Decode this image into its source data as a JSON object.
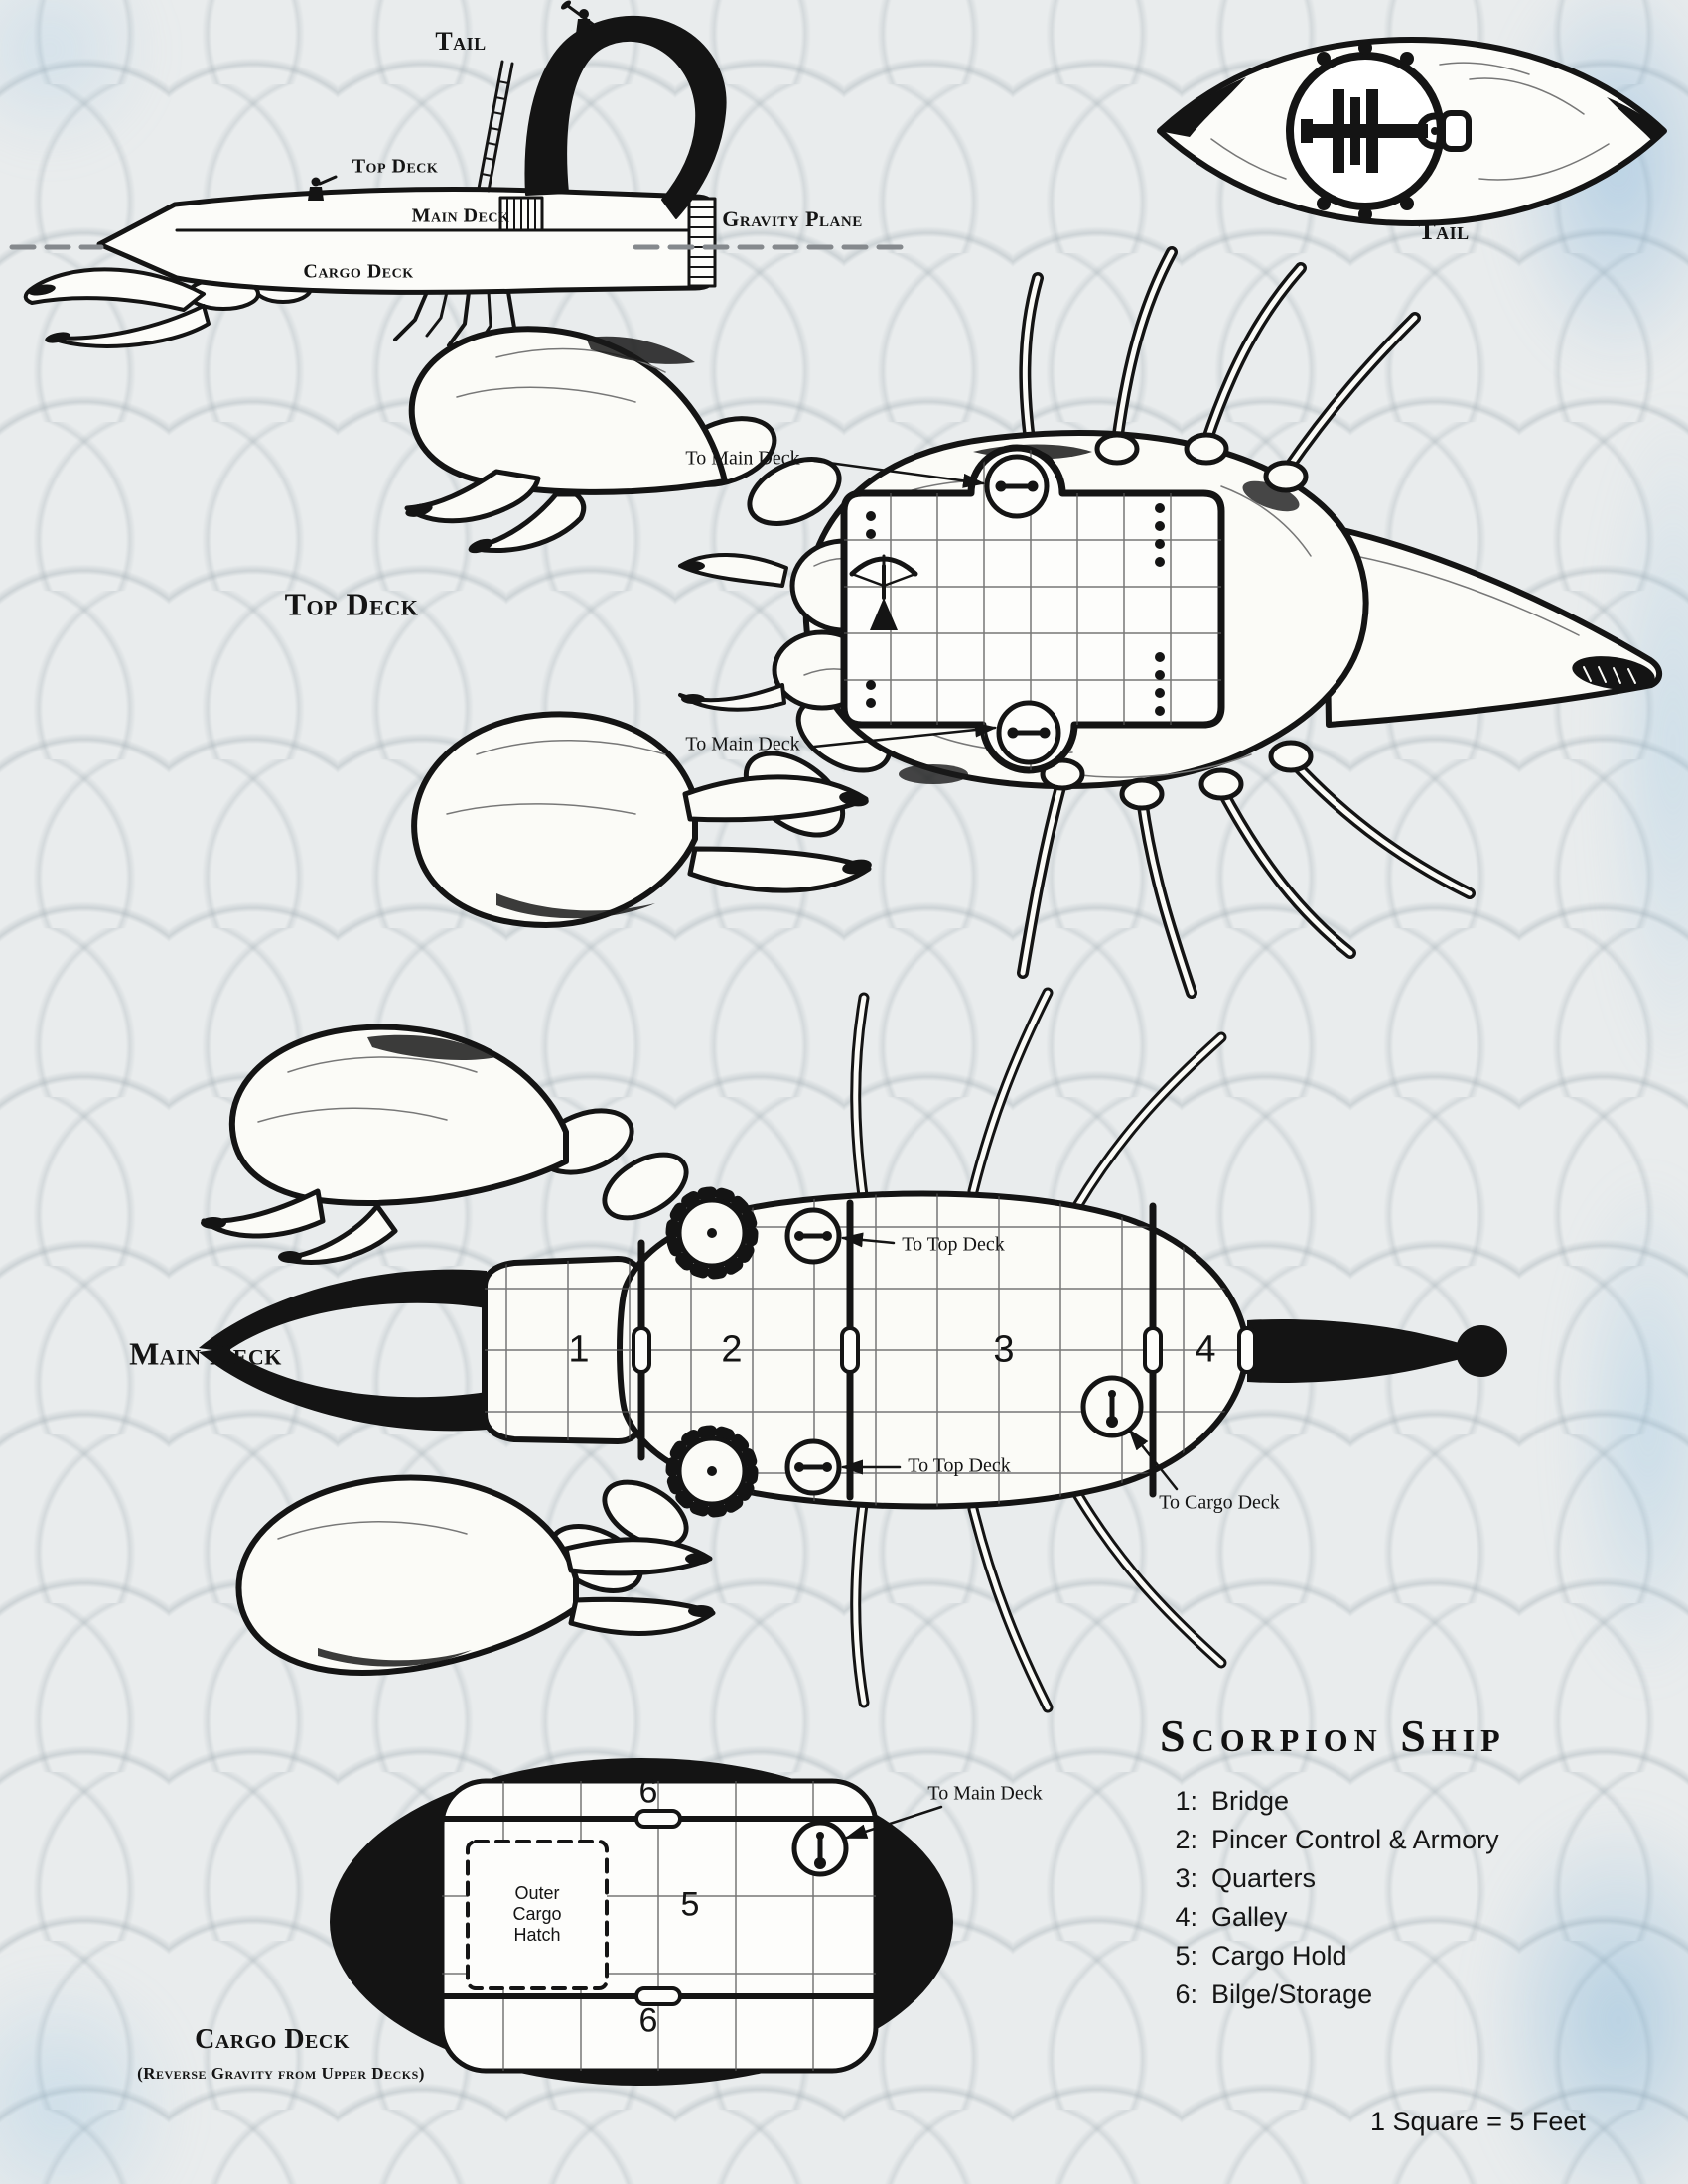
{
  "colors": {
    "ink": "#141414",
    "paper": "#e9eced",
    "wash_blue": "#a9c9e0"
  },
  "side_view": {
    "tail_label": "Tail",
    "top_deck_label": "Top Deck",
    "main_deck_label": "Main Deck",
    "cargo_deck_label": "Cargo Deck",
    "gravity_plane_label": "Gravity Plane"
  },
  "tail_view": {
    "label": "Tail"
  },
  "top_deck": {
    "title": "Top Deck",
    "hatch_top_label": "To Main Deck",
    "hatch_bottom_label": "To Main Deck"
  },
  "main_deck": {
    "title": "Main Deck",
    "room_1": "1",
    "room_2": "2",
    "room_3": "3",
    "room_4": "4",
    "hatch_top_label": "To Top Deck",
    "hatch_bottom_label": "To Top Deck",
    "hatch_cargo_label": "To Cargo Deck"
  },
  "cargo_deck": {
    "title": "Cargo Deck",
    "subtitle": "(Reverse Gravity from Upper Decks)",
    "room_top": "6",
    "room_mid": "5",
    "room_bottom": "6",
    "outer_hatch_label": "Outer Cargo Hatch",
    "hatch_label": "To Main Deck"
  },
  "legend": {
    "title": "Scorpion Ship",
    "items": [
      {
        "num": "1:",
        "label": "Bridge"
      },
      {
        "num": "2:",
        "label": "Pincer Control & Armory"
      },
      {
        "num": "3:",
        "label": "Quarters"
      },
      {
        "num": "4:",
        "label": "Galley"
      },
      {
        "num": "5:",
        "label": "Cargo Hold"
      },
      {
        "num": "6:",
        "label": "Bilge/Storage"
      }
    ],
    "scale_note": "1 Square = 5 Feet"
  }
}
